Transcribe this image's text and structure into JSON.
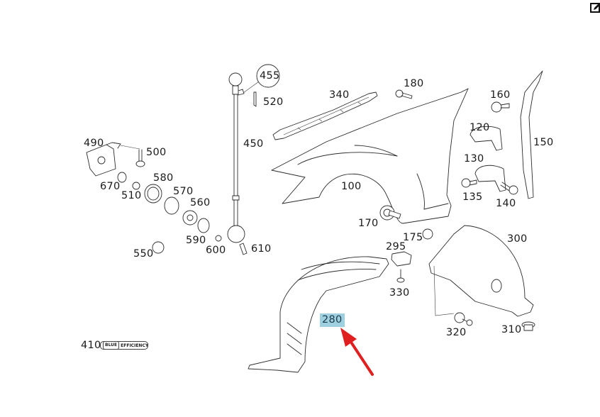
{
  "toolbar": {
    "edit_icon": "edit-icon"
  },
  "diagram": {
    "highlight_color": "#9fd0df",
    "arrow_color": "#e02020",
    "highlighted_part": "280",
    "emblem_text": [
      "BLUE",
      "EFFICIENCY"
    ],
    "parts": [
      {
        "id": "455",
        "name": "part-455",
        "circled": true
      },
      {
        "id": "520",
        "name": "part-520"
      },
      {
        "id": "340",
        "name": "part-340"
      },
      {
        "id": "180",
        "name": "part-180"
      },
      {
        "id": "160",
        "name": "part-160"
      },
      {
        "id": "150",
        "name": "part-150"
      },
      {
        "id": "120",
        "name": "part-120"
      },
      {
        "id": "130",
        "name": "part-130"
      },
      {
        "id": "135",
        "name": "part-135"
      },
      {
        "id": "140",
        "name": "part-140"
      },
      {
        "id": "490",
        "name": "part-490"
      },
      {
        "id": "500",
        "name": "part-500"
      },
      {
        "id": "450",
        "name": "part-450"
      },
      {
        "id": "100",
        "name": "part-100"
      },
      {
        "id": "670",
        "name": "part-670"
      },
      {
        "id": "510",
        "name": "part-510"
      },
      {
        "id": "580",
        "name": "part-580"
      },
      {
        "id": "570",
        "name": "part-570"
      },
      {
        "id": "560",
        "name": "part-560"
      },
      {
        "id": "170",
        "name": "part-170"
      },
      {
        "id": "175",
        "name": "part-175"
      },
      {
        "id": "300",
        "name": "part-300"
      },
      {
        "id": "295",
        "name": "part-295"
      },
      {
        "id": "590",
        "name": "part-590"
      },
      {
        "id": "600",
        "name": "part-600"
      },
      {
        "id": "610",
        "name": "part-610"
      },
      {
        "id": "550",
        "name": "part-550"
      },
      {
        "id": "330",
        "name": "part-330"
      },
      {
        "id": "280",
        "name": "part-280",
        "highlighted": true
      },
      {
        "id": "320",
        "name": "part-320"
      },
      {
        "id": "310",
        "name": "part-310"
      },
      {
        "id": "410",
        "name": "part-410"
      }
    ]
  }
}
